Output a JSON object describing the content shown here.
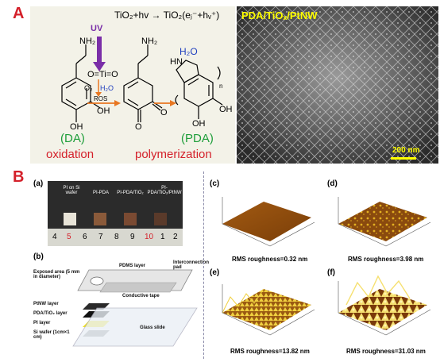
{
  "panelA": {
    "label": "A",
    "equation": "TiO₂+hv → TiO₂(eⱼ⁻+hᵥ⁺)",
    "uv": "UV",
    "nh2_1": "NH₂",
    "nh2_2": "NH₂",
    "o2": "O₂",
    "h2o_small": "H₂O",
    "ros": "ROS",
    "ti": "O=Ti=O",
    "h2o": "H₂O",
    "hn": "HN",
    "oh1": "OH",
    "oh2": "OH",
    "oh3": "OH",
    "oh4": "OH",
    "o1": "O",
    "o2b": "O",
    "n": "n",
    "da": "(DA)",
    "pda": "(PDA)",
    "oxidation": "oxidation",
    "polymerization": "polymerization",
    "sem_title": "PDA/TiOₓ/PtNW",
    "scale": "200 nm"
  },
  "panelB": {
    "label": "B",
    "a": "(a)",
    "b": "(b)",
    "c": "(c)",
    "d": "(d)",
    "e": "(e)",
    "f": "(f)",
    "photo_labels": [
      "PI on Si wafer",
      "PI-PDA",
      "PI-PDA/TiO₂",
      "PI-PDA/TiO₂/PtNW"
    ],
    "ruler": [
      "4",
      "5",
      "6",
      "7",
      "8",
      "9",
      "10",
      "1",
      "2"
    ],
    "layers": {
      "pdms": "PDMS layer",
      "pad": "Interconnection pad",
      "exposed": "Exposed area (5 mm in diameter)",
      "tape": "Conductive tape",
      "ptnw": "PtNW layer",
      "pdatio": "PDA/TiO₂ layer",
      "pi": "PI layer",
      "si": "Si wafer (1cm×1 cm)",
      "glass": "Glass slide"
    },
    "rms": {
      "c": "RMS roughness=0.32 nm",
      "d": "RMS roughness=3.98 nm",
      "e": "RMS roughness=13.82 nm",
      "f": "RMS roughness=31.03 nm"
    }
  }
}
